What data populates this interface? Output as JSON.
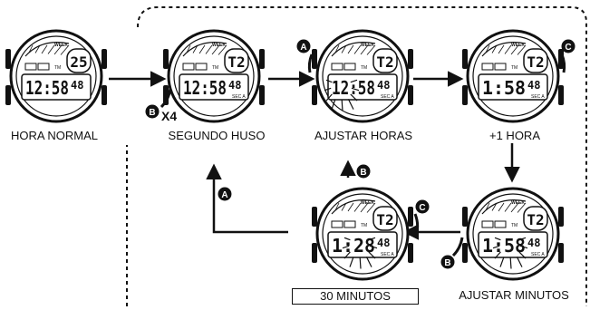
{
  "watches": [
    {
      "id": "normal",
      "label": "HORA NORMAL",
      "day": "25",
      "time": "12:58",
      "seconds": "48"
    },
    {
      "id": "segundo",
      "label": "SEGUNDO HUSO",
      "day": "T2",
      "time": "12:58",
      "seconds": "48",
      "sub": "SEC A"
    },
    {
      "id": "horas",
      "label": "AJUSTAR HORAS",
      "day": "T2",
      "time": "12:58",
      "seconds": "48",
      "sub": "SEC A"
    },
    {
      "id": "mashora",
      "label": "+1 HORA",
      "day": "T2",
      "time": "1:58",
      "seconds": "48",
      "sub": "SEC A"
    },
    {
      "id": "minutos",
      "label": "AJUSTAR MINUTOS",
      "day": "T2",
      "time": "1:58",
      "seconds": "48",
      "sub": "SEC A"
    },
    {
      "id": "treinta",
      "label": "30 MINUTOS",
      "day": "T2",
      "time": "1:28",
      "seconds": "48",
      "sub": "SEC A"
    }
  ],
  "buttons": {
    "a": "A",
    "b": "B",
    "c": "C"
  },
  "repeat_label": "X4",
  "dial_text": {
    "week": "WEEK",
    "tm": "TM",
    "sec": "SEC A"
  }
}
